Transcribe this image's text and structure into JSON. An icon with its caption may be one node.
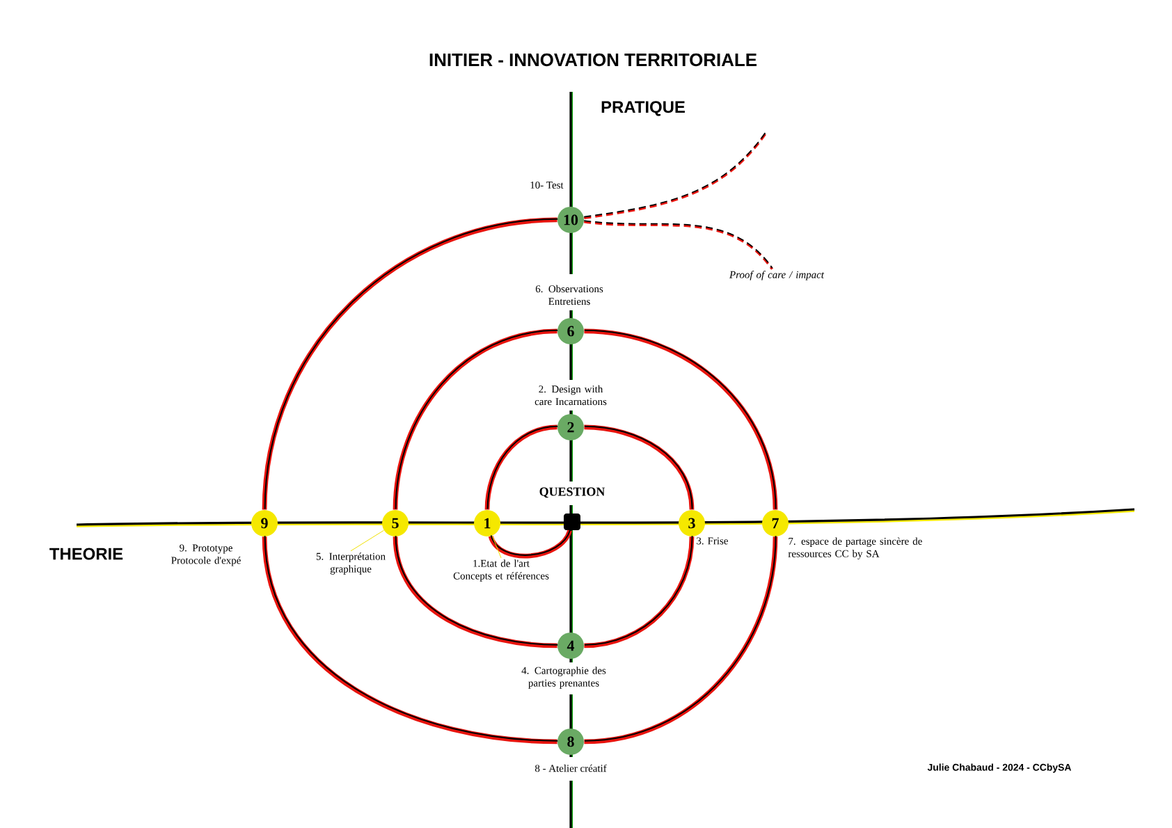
{
  "diagram": {
    "title": "INITIER - INNOVATION TERRITORIALE",
    "nodes": [
      {
        "text": [],
        "shape": "box",
        "beside": [
          "QUESTION"
        ]
      },
      {
        "text": [
          "1"
        ]
      },
      {
        "text": [
          "2"
        ],
        "beside": [
          "2. Design with care Incarnations"
        ]
      },
      {
        "text": [
          "3"
        ],
        "beside": [
          "3. Frise"
        ]
      },
      {
        "text": [
          "4"
        ],
        "beside": [
          "4. Cartographie des parties prenantes"
        ]
      },
      {
        "text": [
          "5"
        ]
      },
      {
        "text": [
          "6"
        ],
        "beside": [
          "6. Observations Entretiens"
        ]
      },
      {
        "text": [
          "7"
        ],
        "beside": [
          "7. espace de partage sincère de ressources CC by SA"
        ]
      },
      {
        "text": [
          "8"
        ],
        "beside": [
          "8 - Atelier créatif"
        ]
      },
      {
        "text": [
          "9"
        ],
        "beside": [
          "9. Prototype Protocole d'expé"
        ]
      },
      {
        "text": [
          "10"
        ],
        "beside": [
          "10- Test"
        ]
      },
      {
        "text": [
          "1.Etat de l'art Concepts et références"
        ]
      },
      {
        "text": [
          "5. Interprétation graphique"
        ]
      },
      {
        "text": [
          "Proof of care / impact"
        ]
      }
    ],
    "edges": [
      {
        "from": 0,
        "to": 1,
        "arrow": "none"
      },
      {
        "from": 1,
        "to": 2,
        "arrow": "none"
      },
      {
        "from": 2,
        "to": 3,
        "arrow": "none"
      },
      {
        "from": 3,
        "to": 4,
        "arrow": "none"
      },
      {
        "from": 4,
        "to": 5,
        "arrow": "none"
      },
      {
        "from": 5,
        "to": 6,
        "arrow": "none"
      },
      {
        "from": 6,
        "to": 7,
        "arrow": "none"
      },
      {
        "from": 7,
        "to": 8,
        "arrow": "none"
      },
      {
        "from": 8,
        "to": 9,
        "arrow": "none"
      },
      {
        "from": 9,
        "to": 10,
        "arrow": "none"
      },
      {
        "from": 10,
        "to": null,
        "arrow": "none",
        "style": "dashed"
      },
      {
        "from": 10,
        "to": 13,
        "arrow": "none",
        "style": "dashed"
      },
      {
        "from": 11,
        "to": 1,
        "arrow": "none",
        "color": "#f0e000"
      },
      {
        "from": 12,
        "to": 5,
        "arrow": "none",
        "color": "#f0e000"
      }
    ],
    "labels": [
      "PRATIQUE",
      "THEORIE",
      "Julie Chabaud - 2024 - CCbySA"
    ]
  }
}
